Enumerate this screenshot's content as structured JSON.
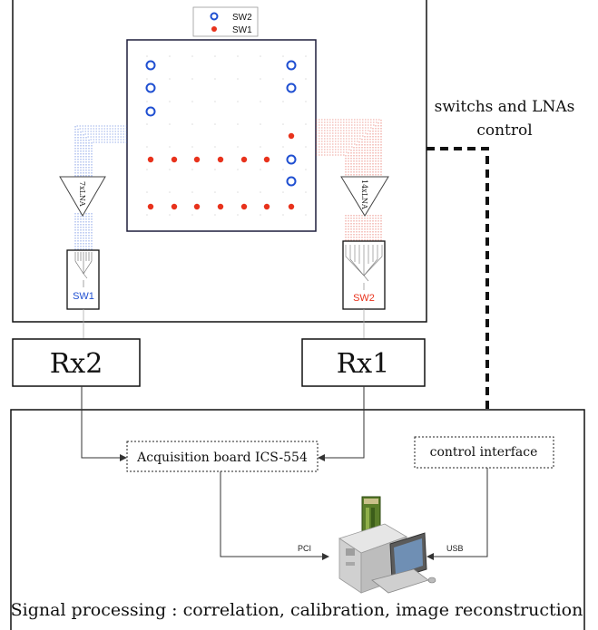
{
  "legend": {
    "sw2": "SW2",
    "sw1": "SW1"
  },
  "lna_left": "7xLNA",
  "lna_right": "14xLNA",
  "switch_left": "SW1",
  "switch_right": "SW2",
  "control_note_line1": "switchs and LNAs",
  "control_note_line2": "control",
  "rx_left": "Rx2",
  "rx_right": "Rx1",
  "acquisition_board": "Acquisition board ICS-554",
  "control_interface": "control interface",
  "link_pci": "PCI",
  "link_usb": "USB",
  "caption": "Signal processing : correlation, calibration, image reconstruction",
  "colors": {
    "sw2_blue": "#1f4fd1",
    "sw1_red": "#e8321c",
    "frame": "#1e1e3c",
    "line": "#222222"
  }
}
